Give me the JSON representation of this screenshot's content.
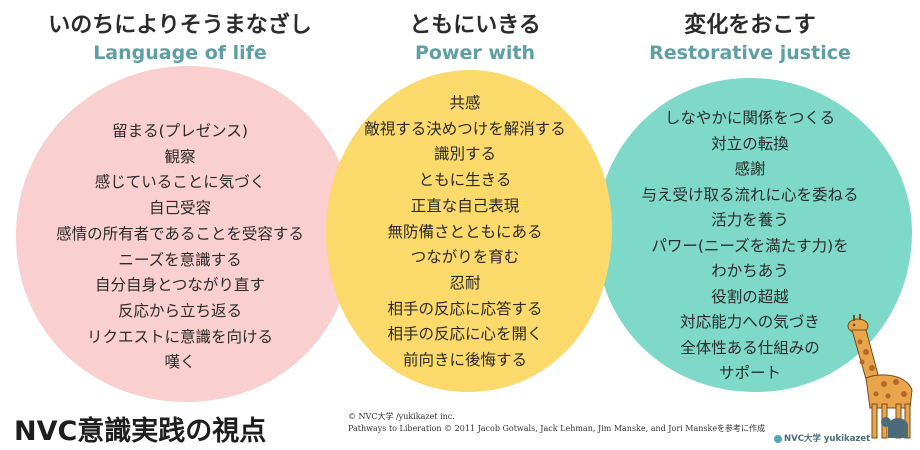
{
  "columns": [
    {
      "title_jp": "いのちによりそうまなざし",
      "title_en": "Language of life",
      "color": "#f9cfcf",
      "items": [
        "留まる(プレゼンス)",
        "観察",
        "感じていることに気づく",
        "自己受容",
        "感情の所有者であることを受容する",
        "ニーズを意識する",
        "自分自身とつながり直す",
        "反応から立ち返る",
        "リクエストに意識を向ける",
        "嘆く"
      ]
    },
    {
      "title_jp": "ともにいきる",
      "title_en": "Power with",
      "color": "#fcd96b",
      "items": [
        "共感",
        "敵視する決めつけを解消する",
        "識別する",
        "ともに生きる",
        "正直な自己表現",
        "無防備さとともにある",
        "つながりを育む",
        "忍耐",
        "相手の反応に応答する",
        "相手の反応に心を開く",
        "前向きに後悔する"
      ]
    },
    {
      "title_jp": "変化をおこす",
      "title_en": "Restorative justice",
      "color": "#7fd9c8",
      "items": [
        "しなやかに関係をつくる",
        "対立の転換",
        "感謝",
        "与え受け取る流れに心を委ねる",
        "活力を養う",
        "パワー(ニーズを満たす力)を",
        "わかちあう",
        "役割の超越",
        "対応能力への気づき",
        "全体性ある仕組みの",
        "サポート"
      ]
    }
  ],
  "footer": {
    "page_title": "NVC意識実践の視点",
    "copyright": "© NVC大学 /yukikazet inc.",
    "source": "Pathways to Liberation © 2011 Jacob Gotwals, Jack Lehman, Jim Manske, and Jori Manskeを参考に作成",
    "brand": "NVC大学 yukikazet"
  }
}
